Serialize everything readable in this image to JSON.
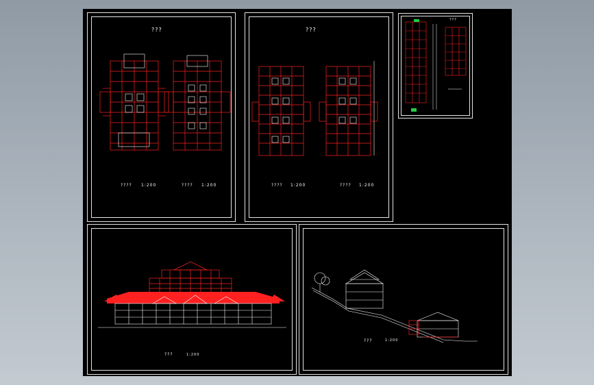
{
  "sheets": {
    "s1": {
      "title": "???",
      "label_left": "????",
      "scale_left": "1:200",
      "label_right": "????",
      "scale_right": "1:200"
    },
    "s2": {
      "title": "???",
      "label_left": "????",
      "scale_left": "1:200",
      "label_right": "????",
      "scale_right": "1:200"
    },
    "s3": {
      "title": "???"
    },
    "s4": {
      "label": "???",
      "scale": "1:200"
    },
    "s5": {
      "label": "???",
      "scale": "1:200"
    }
  },
  "colors": {
    "background": "#000000",
    "linework": "#ff2020",
    "frame": "#e6e6e6",
    "text": "#ffffff",
    "accent": "#22cc44"
  }
}
